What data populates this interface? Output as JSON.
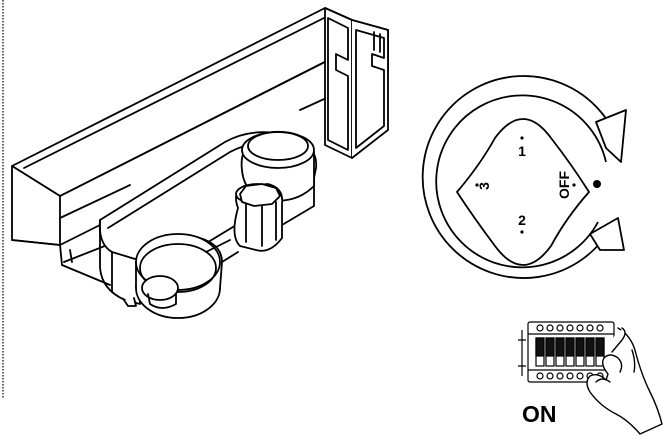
{
  "selector_dial": {
    "positions": [
      "1",
      "2",
      "3",
      "OFF"
    ]
  },
  "dip_switch": {
    "state_label": "ON",
    "switch_count": 7
  }
}
